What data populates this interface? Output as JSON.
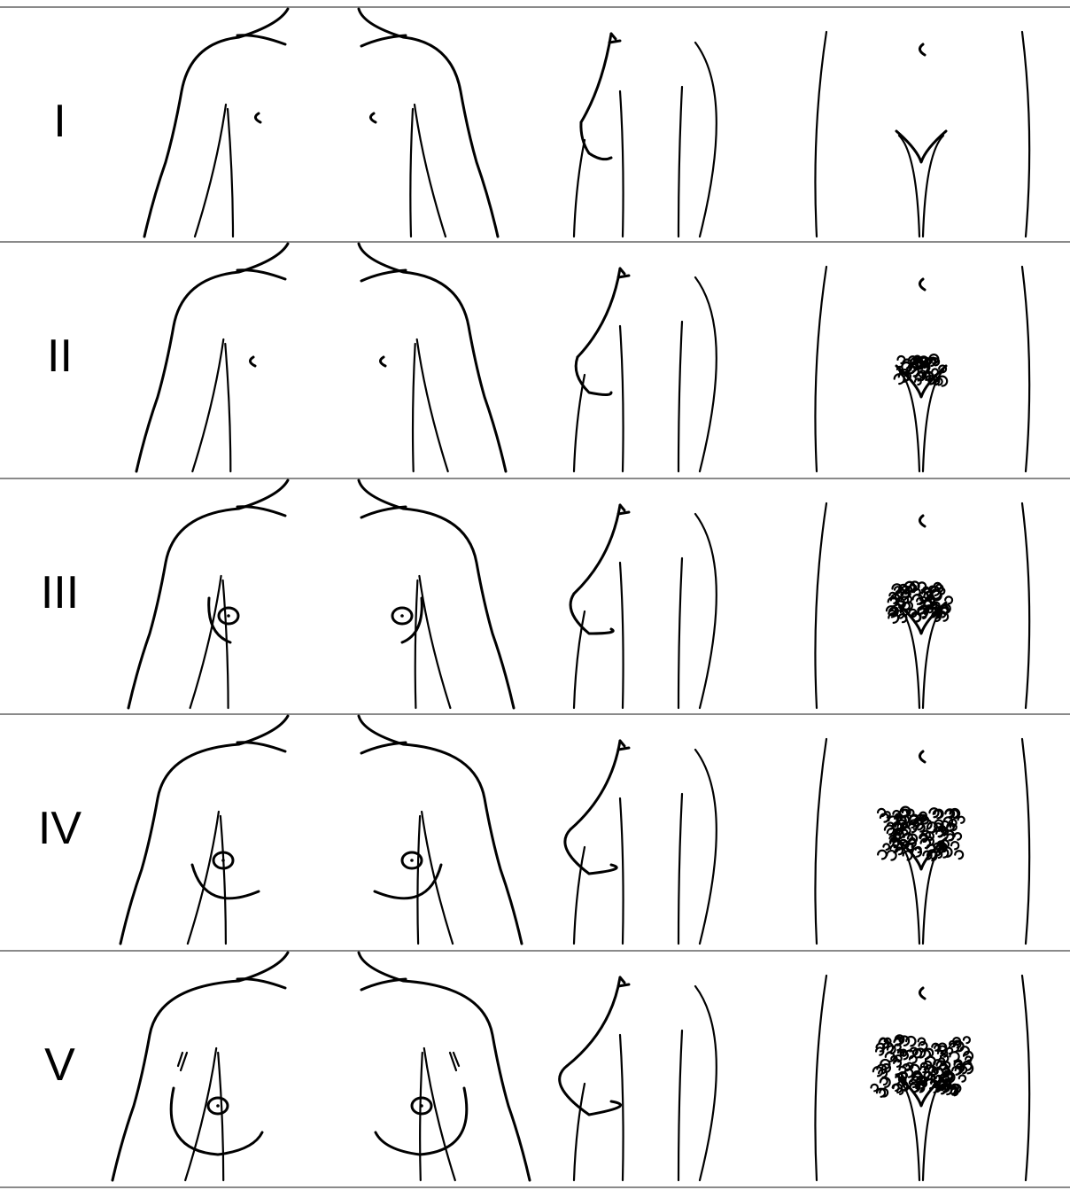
{
  "figure": {
    "stages": [
      {
        "label": "I",
        "breast": 1,
        "hair": 0
      },
      {
        "label": "II",
        "breast": 2,
        "hair": 1
      },
      {
        "label": "III",
        "breast": 3,
        "hair": 2
      },
      {
        "label": "IV",
        "breast": 4,
        "hair": 3
      },
      {
        "label": "V",
        "breast": 5,
        "hair": 4
      }
    ],
    "colors": {
      "line": "#000000",
      "separator": "#8a8a8a",
      "background": "#ffffff"
    }
  }
}
